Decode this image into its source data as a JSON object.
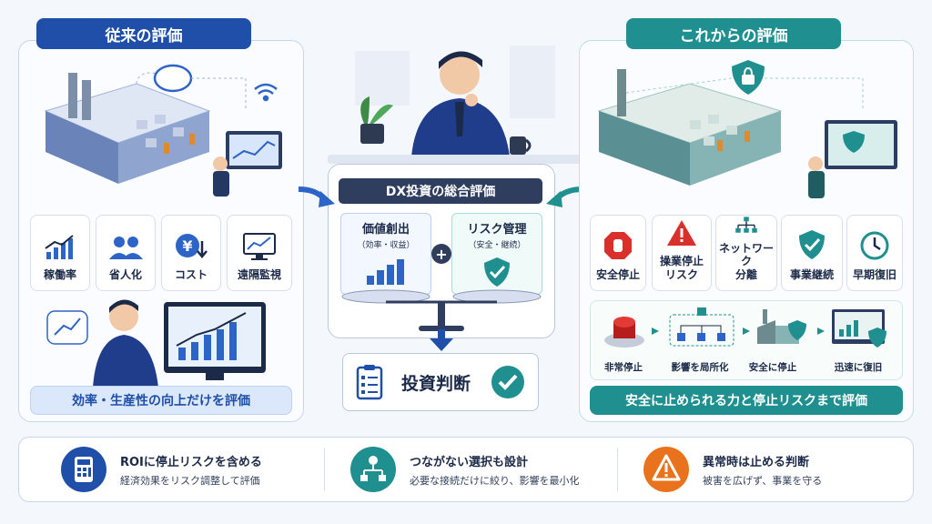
{
  "left": {
    "tag": "従来の評価",
    "cards": [
      {
        "label": "稼働率",
        "icon": "growth-chart-icon"
      },
      {
        "label": "省人化",
        "icon": "people-icon"
      },
      {
        "label": "コスト",
        "icon": "yen-down-icon"
      },
      {
        "label": "遠隔監視",
        "icon": "monitor-chart-icon"
      }
    ],
    "banner": "効率・生産性の向上だけを評価"
  },
  "center": {
    "title": "DX投資の総合評価",
    "value_title": "価値創出",
    "value_sub": "（効率・収益）",
    "plus": "+",
    "risk_title": "リスク管理",
    "risk_sub": "（安全・継続）",
    "decision": "投資判断"
  },
  "right": {
    "tag": "これからの評価",
    "cards": [
      {
        "label": "安全停止",
        "icon": "stop-hand-icon"
      },
      {
        "label": "操業停止\nリスク",
        "icon": "warning-icon"
      },
      {
        "label": "ネットワーク\n分離",
        "icon": "network-icon"
      },
      {
        "label": "事業継続",
        "icon": "shield-check-icon"
      },
      {
        "label": "早期復旧",
        "icon": "clock-icon"
      }
    ],
    "steps": [
      "非常停止",
      "影響を局所化",
      "安全に停止",
      "迅速に復旧"
    ],
    "banner": "安全に止められる力と停止リスクまで評価"
  },
  "bottom": [
    {
      "title": "ROIに停止リスクを含める",
      "sub": "経済効果をリスク調整して評価",
      "icon": "calculator-icon",
      "color": "#1f4fa8"
    },
    {
      "title": "つながない選択も設計",
      "sub": "必要な接続だけに絞り、影響を最小化",
      "icon": "network-icon",
      "color": "#1f8f8f"
    },
    {
      "title": "異常時は止める判断",
      "sub": "被害を広げず、事業を守る",
      "icon": "warning-icon",
      "color": "#e8731c"
    }
  ],
  "colors": {
    "blue": "#1f4fa8",
    "teal": "#1f8f8f",
    "orange": "#e8731c",
    "red": "#d9302c"
  }
}
